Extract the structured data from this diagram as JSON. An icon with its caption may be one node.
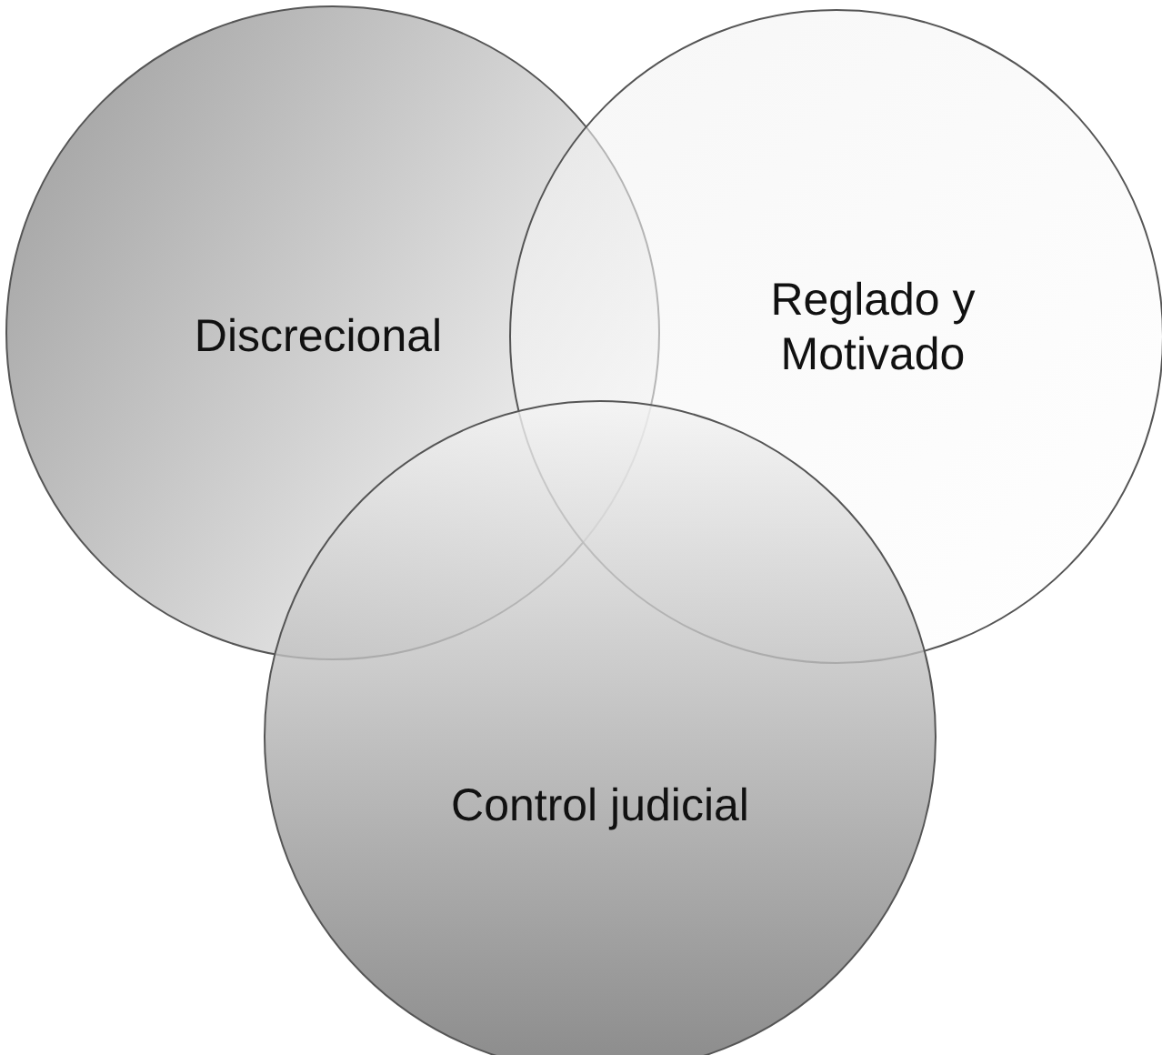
{
  "diagram": {
    "nodes": [
      {
        "text": [
          "Discrecional"
        ]
      },
      {
        "text": [
          "Reglado y Motivado"
        ]
      },
      {
        "text": [
          "Control judicial"
        ]
      }
    ]
  }
}
